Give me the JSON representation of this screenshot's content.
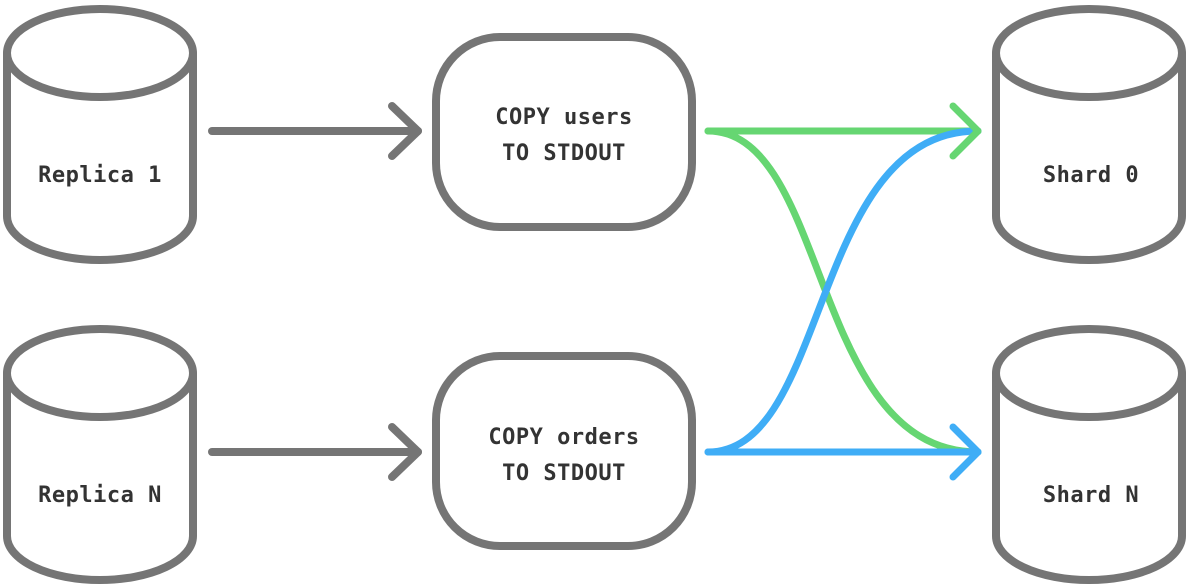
{
  "colors": {
    "outline": "#757575",
    "text": "#333333",
    "flow_green": "#66d672",
    "flow_blue": "#3fadf6"
  },
  "replicas": [
    {
      "label": "Replica 1"
    },
    {
      "label": "Replica N"
    }
  ],
  "copy_steps": [
    {
      "line1": "COPY users",
      "line2": "TO STDOUT"
    },
    {
      "line1": "COPY orders",
      "line2": "TO STDOUT"
    }
  ],
  "shards": [
    {
      "label": "Shard 0"
    },
    {
      "label": "Shard N"
    }
  ]
}
